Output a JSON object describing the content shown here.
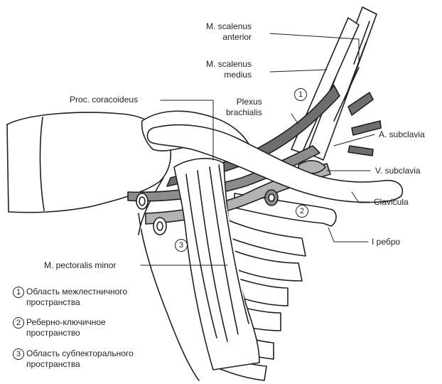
{
  "labels": {
    "scalenus_anterior": [
      "M. scalenus",
      "anterior"
    ],
    "scalenus_medius": [
      "M. scalenus",
      "medius"
    ],
    "proc_coracoideus": "Proc. coracoideus",
    "plexus_brachialis": [
      "Plexus",
      "brachialis"
    ],
    "a_subclavia": "A. subclavia",
    "v_subclavia": "V. subclavia",
    "clavicula": "Clavicula",
    "rib_1": "I ребро",
    "pectoralis_minor": "M. pectoralis minor"
  },
  "markers": [
    "1",
    "2",
    "3"
  ],
  "legend": [
    {
      "num": "1",
      "lines": [
        "Область межлестничного",
        "пространства"
      ]
    },
    {
      "num": "2",
      "lines": [
        "Реберно-ключичное",
        "пространство"
      ]
    },
    {
      "num": "3",
      "lines": [
        "Область субпекторального",
        "пространства"
      ]
    }
  ],
  "colors": {
    "ink": "#231f20",
    "artery_fill": "#8c8c8c",
    "vein_fill": "#b3b3b3",
    "plexus_fill": "#6e6e6e",
    "bone_fill": "#ffffff",
    "rib_fill": "#ffffff"
  }
}
